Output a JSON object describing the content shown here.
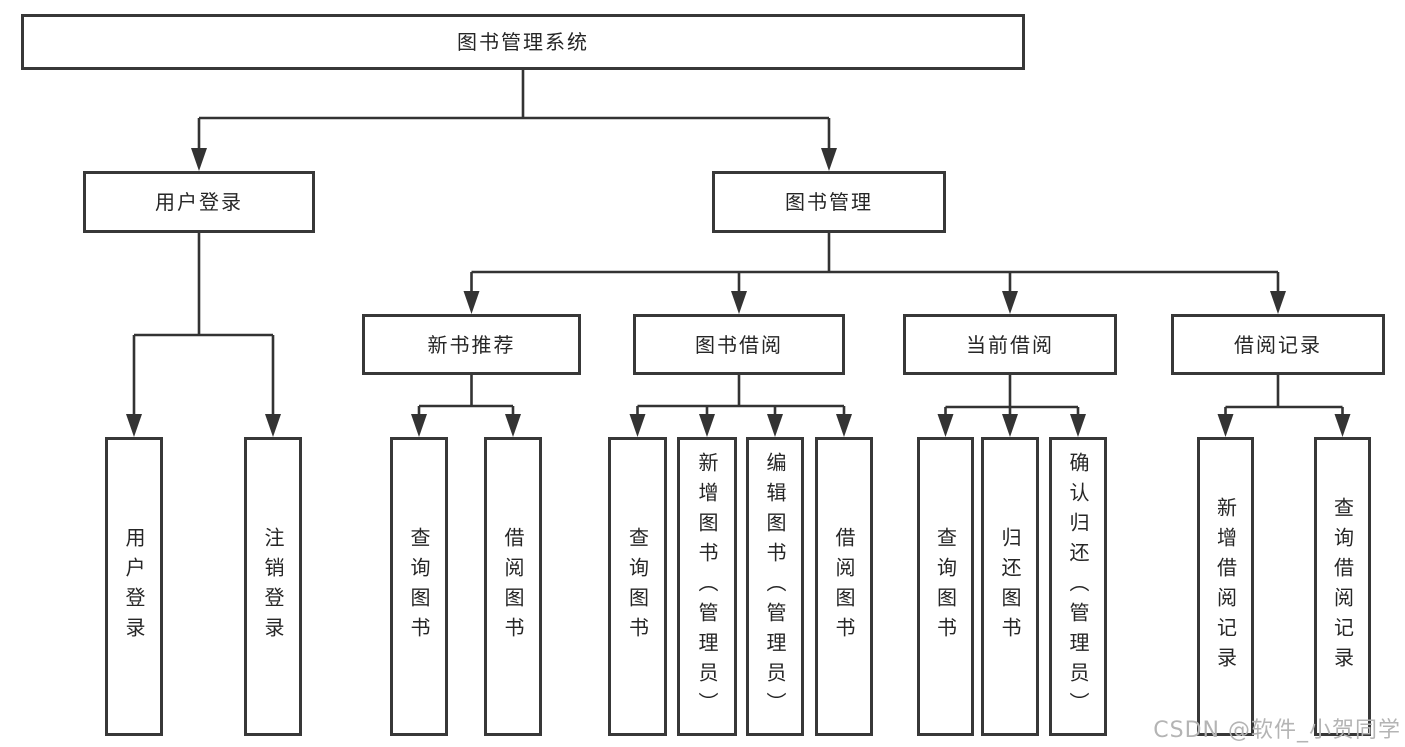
{
  "nodes": {
    "root": "图书管理系统",
    "user_login": "用户登录",
    "book_mgmt": "图书管理",
    "new_book_rec": "新书推荐",
    "book_borrow": "图书借阅",
    "current_borrow": "当前借阅",
    "borrow_record": "借阅记录",
    "ul_login": "用户登录",
    "ul_logout": "注销登录",
    "nbr_query": "查询图书",
    "nbr_borrow": "借阅图书",
    "bb_query": "查询图书",
    "bb_add": "新增图书（管理员）",
    "bb_edit": "编辑图书（管理员）",
    "bb_borrow": "借阅图书",
    "cb_query": "查询图书",
    "cb_return": "归还图书",
    "cb_confirm": "确认归还（管理员）",
    "br_add": "新增借阅记录",
    "br_query": "查询借阅记录"
  },
  "hierarchy": {
    "图书管理系统": {
      "用户登录": [
        "用户登录",
        "注销登录"
      ],
      "图书管理": {
        "新书推荐": [
          "查询图书",
          "借阅图书"
        ],
        "图书借阅": [
          "查询图书",
          "新增图书（管理员）",
          "编辑图书（管理员）",
          "借阅图书"
        ],
        "当前借阅": [
          "查询图书",
          "归还图书",
          "确认归还（管理员）"
        ],
        "借阅记录": [
          "新增借阅记录",
          "查询借阅记录"
        ]
      }
    }
  },
  "watermark": {
    "text": "CSDN @软件_小贺同学"
  },
  "colors": {
    "line": "#333333",
    "box_border": "#383838",
    "text": "#262626",
    "watermark": "#b4b4b4",
    "background": "#ffffff"
  }
}
